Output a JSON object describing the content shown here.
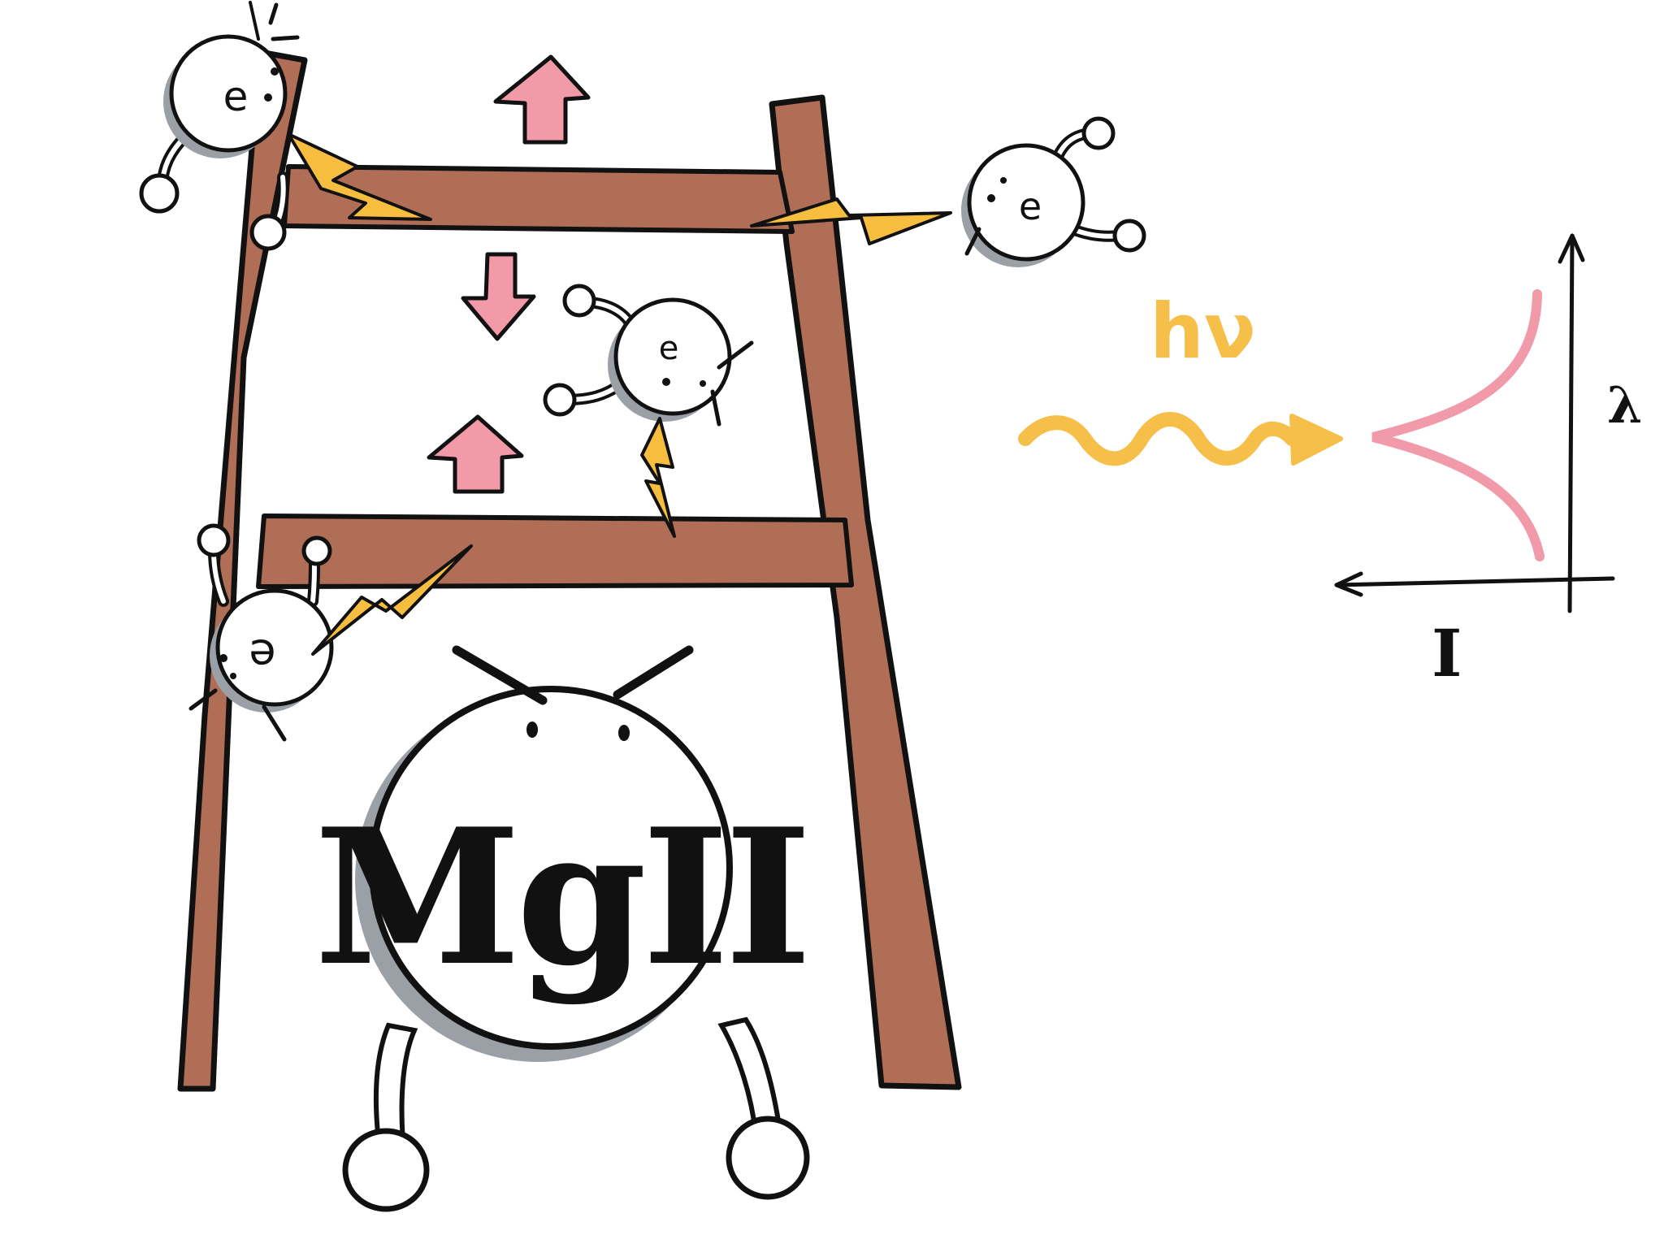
{
  "ion_label": "MgII",
  "electron_label": "e",
  "photon_label": "hν",
  "axis_x_label": "I",
  "axis_y_label": "λ",
  "colors": {
    "ladder": "#b06e56",
    "arrow": "#f39aa8",
    "lightning": "#f7bd3f",
    "photon": "#f6bf49",
    "profile": "#f19aa9",
    "shadow": "#9aa0a6",
    "ink": "#111111"
  },
  "icons": [
    "electron-icon",
    "lightning-icon",
    "energy-up-arrow-icon",
    "energy-down-arrow-icon",
    "photon-wave-icon",
    "line-profile-icon",
    "ion-icon"
  ]
}
